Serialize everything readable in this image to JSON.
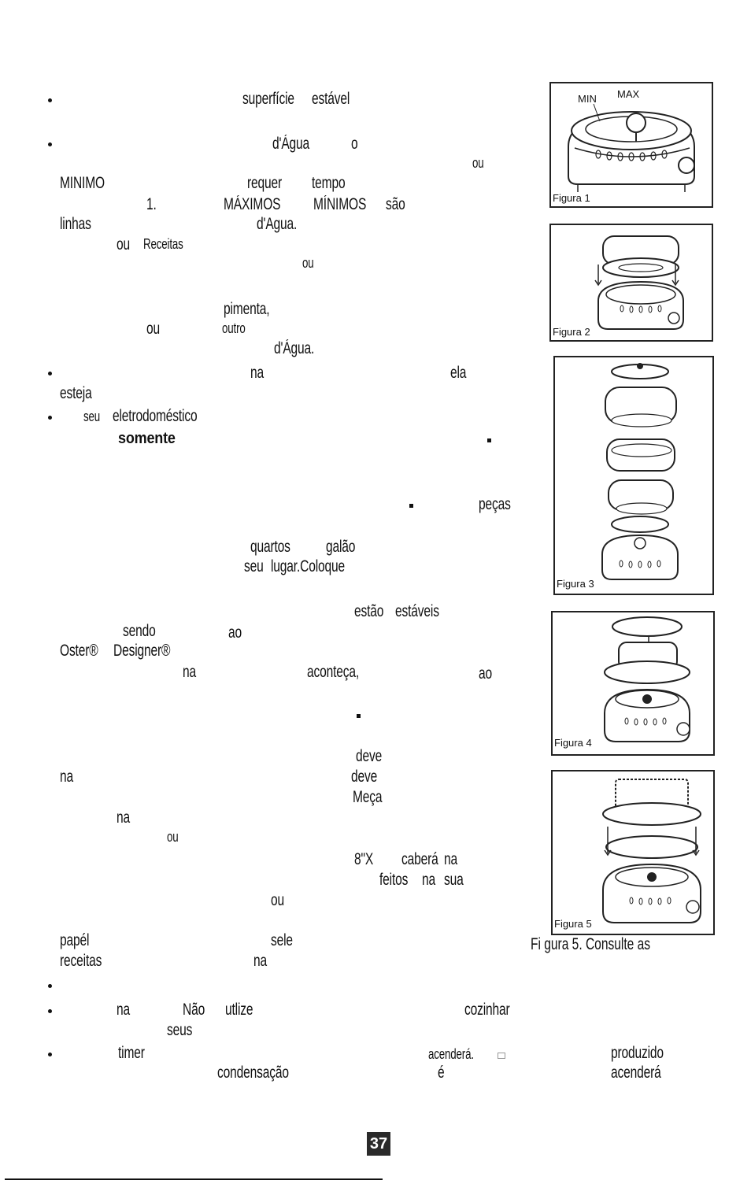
{
  "words": [
    "superfície",
    "estável",
    "d'Água",
    "o",
    "ou",
    "MINIMO",
    "requer",
    "tempo",
    "1.",
    "MÁXIMOS",
    "MÍNIMOS",
    "são",
    "linhas",
    "d'Agua.",
    "ou",
    "Receitas",
    "ou",
    "pimenta,",
    "ou",
    "outro",
    "d'Água.",
    "na",
    "ela",
    "esteja",
    "seu",
    "eletrodoméstico",
    "somente",
    "peças",
    "quartos",
    "galão",
    "seu",
    "lugar.Coloque",
    "estão",
    "estáveis",
    "sendo",
    "ao",
    "Oster®",
    "Designer®",
    "na",
    "aconteça,",
    "ao",
    "deve",
    "na",
    "deve",
    "Meça",
    "na",
    "ou",
    "8\"X",
    "caberá",
    "na",
    "feitos",
    "na",
    "sua",
    "ou",
    "papél",
    "sele",
    "receitas",
    "na",
    "na",
    "Não",
    "utlize",
    "cozinhar",
    "seus",
    "timer",
    "acenderá.",
    "produzido",
    "condensação",
    "é",
    "acenderá"
  ],
  "figures": {
    "fig1": {
      "label": "Figura 1",
      "min_label": "MIN",
      "max_label": "MAX"
    },
    "fig2": {
      "label": "Figura 2"
    },
    "fig3": {
      "label": "Figura 3"
    },
    "fig4": {
      "label": "Figura 4"
    },
    "fig5": {
      "label": "Figura 5"
    }
  },
  "caption": "Fi gura 5. Consulte as",
  "page_number": "37"
}
